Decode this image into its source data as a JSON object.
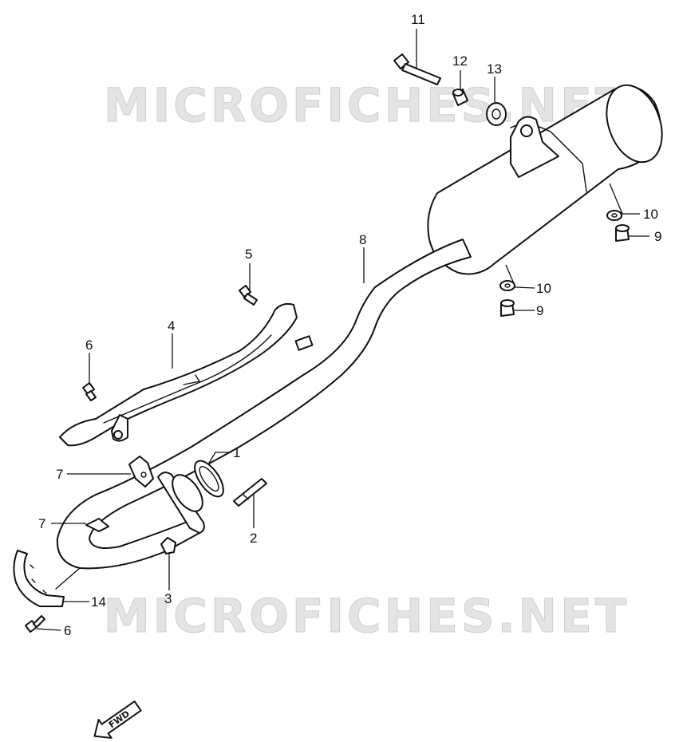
{
  "watermark": "MICROFICHES.NET",
  "direction_label": "FWD",
  "callouts": {
    "c1": "1",
    "c2": "2",
    "c3": "3",
    "c4": "4",
    "c5": "5",
    "c6a": "6",
    "c6b": "6",
    "c7a": "7",
    "c7b": "7",
    "c8": "8",
    "c9a": "9",
    "c9b": "9",
    "c10a": "10",
    "c10b": "10",
    "c11": "11",
    "c12": "12",
    "c13": "13",
    "c14": "14"
  }
}
